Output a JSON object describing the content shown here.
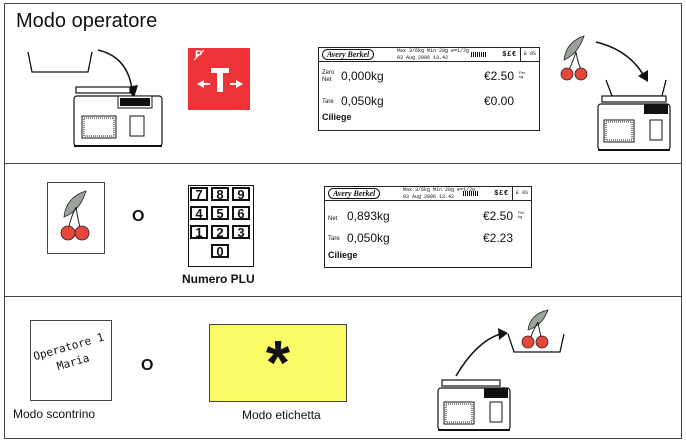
{
  "title": "Modo operatore",
  "p_label": "P",
  "row1_display": {
    "brand": "Avery Berkel",
    "header": "Max 3/6kg Min 20g e=1/2g",
    "date": "03 Aug 2006  13.42",
    "icons": "$£€",
    "tail": "£ 0S",
    "zero_label": "Zero",
    "net_label": "Net",
    "weight": "0,000kg",
    "price": "€2.50",
    "per_kg": "Per\nkg",
    "tare_label": "Tare",
    "tare": "0,050kg",
    "total": "€0.00",
    "product": "Ciliege"
  },
  "row2_display": {
    "brand": "Avery Berkel",
    "header": "Max 3/6kg Min 20g e=1/2g",
    "date": "03 Aug 2006  13.42",
    "icons": "$£€",
    "tail": "£ 0S",
    "net_label": "Net",
    "weight": "0,893kg",
    "price": "€2.50",
    "per_kg": "Per\nkg",
    "tare_label": "Tare",
    "tare": "0,050kg",
    "total": "€2.23",
    "product": "Ciliege"
  },
  "or_1": "O",
  "or_2": "O",
  "keypad_keys": [
    "7",
    "8",
    "9",
    "4",
    "5",
    "6",
    "1",
    "2",
    "3",
    "0"
  ],
  "numero_plu": "Numero PLU",
  "operator_card": {
    "line1": "Operatore 1",
    "line2": "Maria"
  },
  "asterisk": "*",
  "modo_scontrino": "Modo scontrino",
  "modo_etichetta": "Modo etichetta",
  "colors": {
    "tare_red": "#ee3338",
    "label_yellow": "#fafa66",
    "cherry": "#e8463a",
    "leaf": "#9aa39a"
  }
}
